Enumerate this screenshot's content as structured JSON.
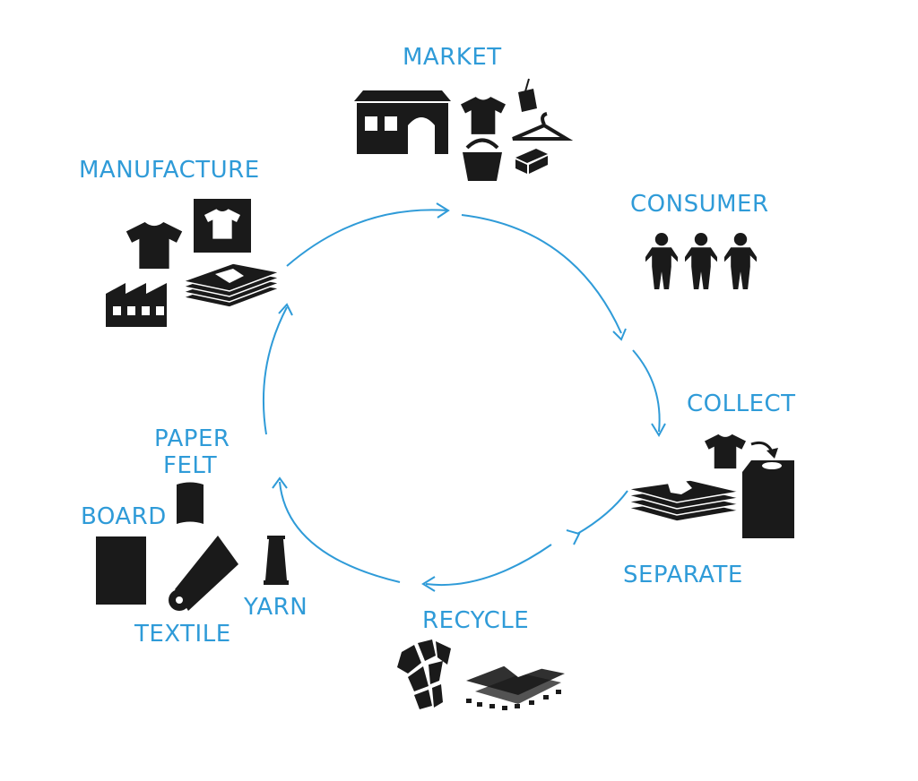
{
  "colors": {
    "accent": "#2f9bd8",
    "icon": "#1a1a1a",
    "background": "#ffffff"
  },
  "stages": {
    "market": "MARKET",
    "consumer": "CONSUMER",
    "collect": "COLLECT",
    "separate": "SEPARATE",
    "recycle": "RECYCLE",
    "manufacture": "MANUFACTURE"
  },
  "products": {
    "paper": "PAPER",
    "felt": "FELT",
    "board": "BOARD",
    "textile": "TEXTILE",
    "yarn": "YARN"
  },
  "icons": {
    "market": [
      "shop-icon",
      "tshirt-icon",
      "price-tag-icon",
      "hanger-icon",
      "shopping-bag-icon",
      "shoe-box-icon"
    ],
    "consumer": [
      "person-icon",
      "person-icon",
      "person-icon"
    ],
    "collect": [
      "tshirt-icon",
      "curved-arrow-icon",
      "collection-bin-icon"
    ],
    "separate": [
      "folded-clothes-stack-icon"
    ],
    "recycle": [
      "shredded-tshirt-icon",
      "fiber-pile-icon"
    ],
    "products": [
      "felt-sheet-icon",
      "board-icon",
      "fabric-roll-icon",
      "yarn-spool-icon"
    ],
    "manufacture": [
      "tshirt-icon",
      "framed-tshirt-icon",
      "factory-icon",
      "fabric-stack-icon"
    ]
  }
}
